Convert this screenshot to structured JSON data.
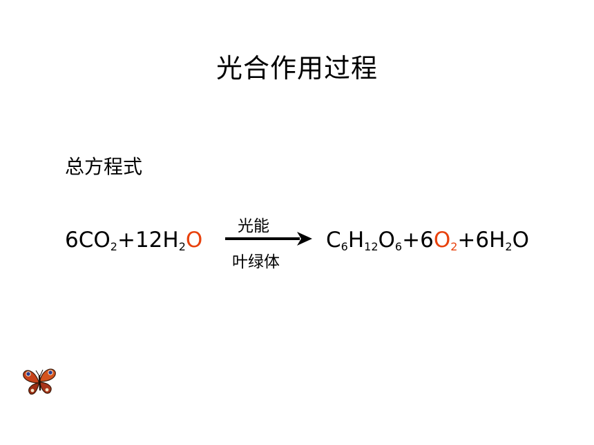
{
  "slide": {
    "title": "光合作用过程",
    "subtitle": "总方程式"
  },
  "equation": {
    "lhs": [
      {
        "text": "6CO",
        "sub": false,
        "highlight": false
      },
      {
        "text": "2",
        "sub": true,
        "highlight": false
      },
      {
        "text": "+12H",
        "sub": false,
        "highlight": false
      },
      {
        "text": "2",
        "sub": true,
        "highlight": false
      },
      {
        "text": "O",
        "sub": false,
        "highlight": true
      }
    ],
    "condition_top": "光能",
    "condition_bottom": "叶绿体",
    "rhs": [
      {
        "text": "C",
        "sub": false,
        "highlight": false
      },
      {
        "text": "6",
        "sub": true,
        "highlight": false
      },
      {
        "text": "H",
        "sub": false,
        "highlight": false
      },
      {
        "text": "12",
        "sub": true,
        "highlight": false
      },
      {
        "text": "O",
        "sub": false,
        "highlight": false
      },
      {
        "text": "6",
        "sub": true,
        "highlight": false
      },
      {
        "text": "+6",
        "sub": false,
        "highlight": false
      },
      {
        "text": "O",
        "sub": false,
        "highlight": true
      },
      {
        "text": "2",
        "sub": true,
        "highlight": true
      },
      {
        "text": "+6H",
        "sub": false,
        "highlight": false
      },
      {
        "text": "2",
        "sub": true,
        "highlight": false
      },
      {
        "text": "O",
        "sub": false,
        "highlight": false
      }
    ],
    "highlight_color": "#e8410c"
  },
  "decoration": {
    "icon": "butterfly-icon"
  }
}
